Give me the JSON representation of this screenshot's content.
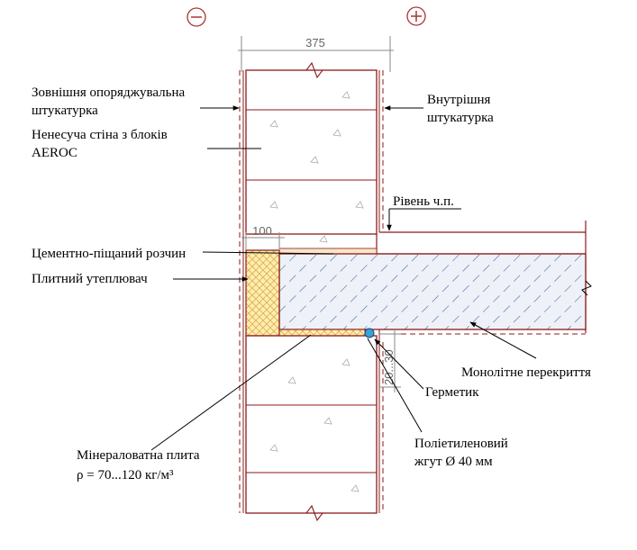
{
  "labels": {
    "external_plaster": [
      "Зовнішня опоряджувальна",
      "штукатурка"
    ],
    "internal_plaster": [
      "Внутрішня",
      "штукатурка"
    ],
    "wall": [
      "Ненесуча стіна з блоків",
      "AEROC"
    ],
    "floor_level": "Рівень ч.п.",
    "mortar": "Цементно-піщаний розчин",
    "insulation": "Плитний утеплювач",
    "slab": "Монолітне перекриття",
    "sealant": "Герметик",
    "pe_cord": [
      "Поліетиленовий",
      "жгут Ø 40 мм"
    ],
    "mineral_wool": [
      "Мінераловатна плита",
      "ρ = 70...120 кг/м³"
    ]
  },
  "dimensions": {
    "wall_thickness": "375",
    "insulation_width": "100",
    "gap": "20...30"
  },
  "symbols": {
    "outside": "−",
    "inside": "+"
  },
  "colors": {
    "line": "#8b1a1a",
    "hatch": "#3f5fa0",
    "slab_fill": "#eef1f7",
    "insulation_fill": "#fbeeb0",
    "insulation_hatch": "#e0a040",
    "sealant": "#3aa0d8",
    "dim": "#888888"
  }
}
